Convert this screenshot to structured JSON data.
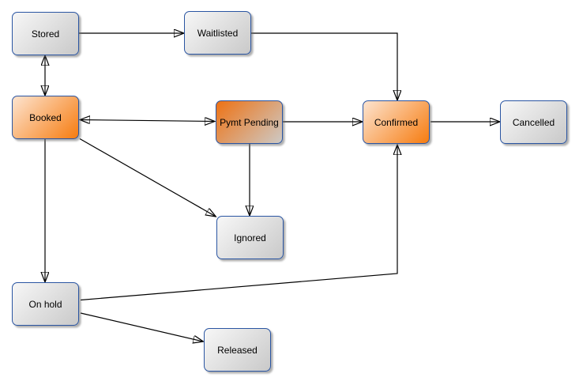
{
  "diagram": {
    "type": "state-flow-diagram",
    "background": "#ffffff",
    "colors": {
      "node_border": "#2a55a2",
      "edge_line": "#000000",
      "gray_gradient_start": "#f7f7f7",
      "gray_gradient_end": "#c9c9c9",
      "orange_gradient_start": "#fde4d0",
      "orange_gradient_end": "#f67c10",
      "orange_fade_start": "#ee7214",
      "orange_fade_end": "#cdc9c5",
      "text": "#000000"
    },
    "nodes": [
      {
        "id": "stored",
        "label": "Stored",
        "style": "gray"
      },
      {
        "id": "waitlisted",
        "label": "Waitlisted",
        "style": "gray"
      },
      {
        "id": "booked",
        "label": "Booked",
        "style": "orange"
      },
      {
        "id": "pymt_pending",
        "label": "Pymt Pending",
        "style": "orange-fade"
      },
      {
        "id": "confirmed",
        "label": "Confirmed",
        "style": "orange"
      },
      {
        "id": "cancelled",
        "label": "Cancelled",
        "style": "gray"
      },
      {
        "id": "ignored",
        "label": "Ignored",
        "style": "gray"
      },
      {
        "id": "on_hold",
        "label": "On hold",
        "style": "gray"
      },
      {
        "id": "released",
        "label": "Released",
        "style": "gray"
      }
    ],
    "edges": [
      {
        "from": "Stored",
        "to": "Waitlisted",
        "arrows": "end"
      },
      {
        "from": "Stored",
        "to": "Booked",
        "arrows": "both"
      },
      {
        "from": "Booked",
        "to": "Pymt Pending",
        "arrows": "both"
      },
      {
        "from": "Pymt Pending",
        "to": "Confirmed",
        "arrows": "end"
      },
      {
        "from": "Confirmed",
        "to": "Cancelled",
        "arrows": "end"
      },
      {
        "from": "Waitlisted",
        "to": "Confirmed",
        "arrows": "end"
      },
      {
        "from": "Pymt Pending",
        "to": "Ignored",
        "arrows": "end"
      },
      {
        "from": "Booked",
        "to": "Ignored",
        "arrows": "end"
      },
      {
        "from": "Booked",
        "to": "On hold",
        "arrows": "end"
      },
      {
        "from": "On hold",
        "to": "Confirmed",
        "arrows": "end"
      },
      {
        "from": "On hold",
        "to": "Released",
        "arrows": "end"
      }
    ]
  }
}
